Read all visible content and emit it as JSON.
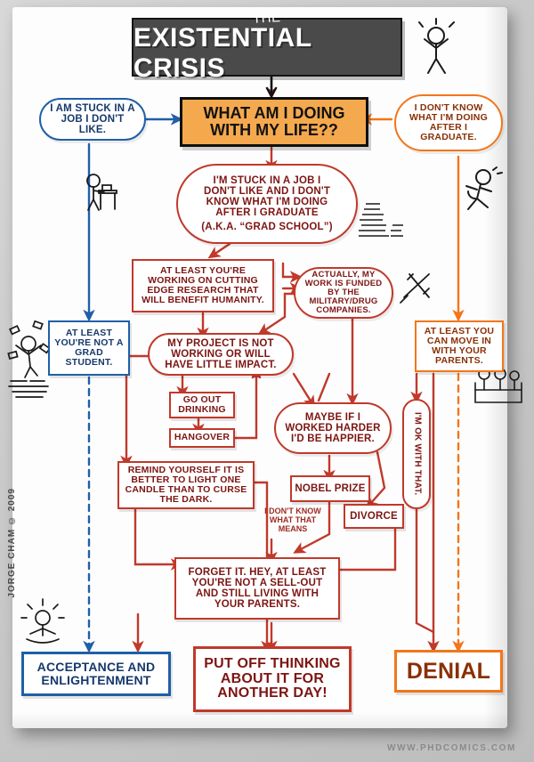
{
  "title": {
    "line1": "THE",
    "line2": "EXISTENTIAL CRISIS"
  },
  "main_question": "WHAT AM I DOING WITH MY LIFE??",
  "colors": {
    "red": "#c0392b",
    "blue": "#1f5fa8",
    "orange": "#f2761b",
    "title_bg": "#4a4a4a",
    "question_bg": "#f5a94e"
  },
  "nodes": {
    "stuck_job": "I AM STUCK IN A JOB I DON'T LIKE.",
    "dont_know": "I DON'T KNOW WHAT I'M DOING AFTER I GRADUATE.",
    "grad_school": "I'M STUCK IN A JOB I DON'T LIKE AND I DON'T KNOW WHAT I'M DOING AFTER I GRADUATE (A.K.A. \"GRAD SCHOOL\")",
    "grad_school_l1": "I'M STUCK IN A JOB I",
    "grad_school_l2a": "DON'T LIKE ",
    "grad_school_l2b": "AND",
    "grad_school_l2c": " I DON'T",
    "grad_school_l3": "KNOW WHAT I'M DOING",
    "grad_school_l4": "AFTER I GRADUATE",
    "grad_school_l5": "(A.K.A. “GRAD SCHOOL”)",
    "cutting_edge": "AT LEAST YOU'RE WORKING ON CUTTING EDGE RESEARCH THAT WILL BENEFIT HUMANITY.",
    "military_funded": "ACTUALLY, MY WORK IS FUNDED BY THE MILITARY/DRUG COMPANIES.",
    "not_grad_student": "AT LEAST YOU'RE NOT A GRAD STUDENT.",
    "project_not_working": "MY PROJECT IS NOT WORKING OR WILL HAVE LITTLE IMPACT.",
    "move_in_parents": "AT LEAST YOU CAN MOVE IN WITH YOUR PARENTS.",
    "go_out_drinking": "GO OUT DRINKING",
    "hangover": "HANGOVER",
    "worked_harder": "MAYBE IF I WORKED HARDER I'D BE HAPPIER.",
    "im_ok_with_that": "I'M OK WITH THAT.",
    "remind_yourself": "REMIND YOURSELF IT IS BETTER TO LIGHT ONE CANDLE THAN TO CURSE THE DARK.",
    "nobel_prize": "NOBEL PRIZE",
    "divorce": "DIVORCE",
    "dont_know_means": "I DON'T KNOW WHAT THAT MEANS",
    "forget_it": "FORGET IT. HEY, AT LEAST YOU'RE NOT A SELL-OUT AND STILL LIVING WITH YOUR PARENTS.",
    "acceptance": "ACCEPTANCE AND ENLIGHTENMENT",
    "put_off": "PUT OFF THINKING ABOUT IT FOR ANOTHER DAY!",
    "denial": "DENIAL"
  },
  "credit": {
    "signature": "JORGE CHAM © 2009",
    "website": "WWW.PHDCOMICS.COM"
  }
}
